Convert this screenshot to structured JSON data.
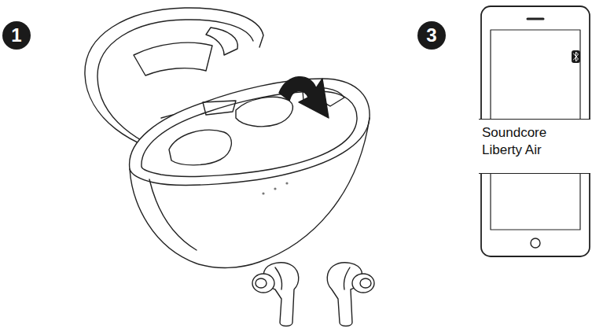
{
  "diagram": {
    "nodes": [
      {
        "text": [
          "Soundcore Liberty Air"
        ]
      }
    ],
    "labels": [
      "1",
      "3"
    ]
  }
}
